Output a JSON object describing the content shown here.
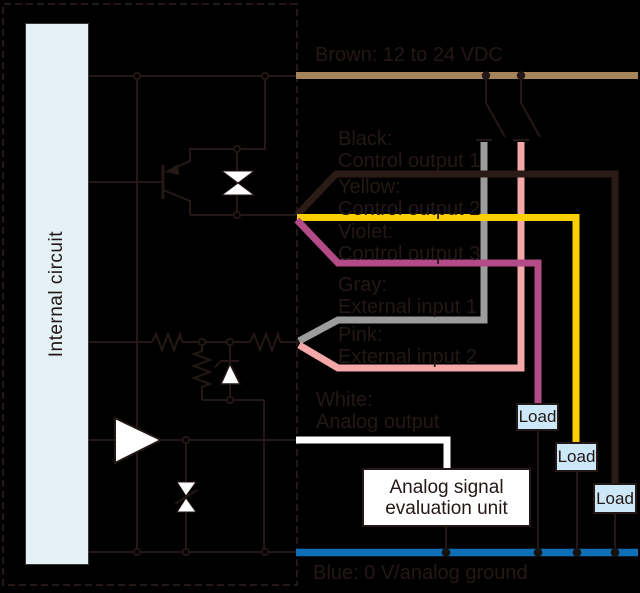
{
  "diagram_type": "sensor I/O wiring circuit diagram",
  "colors": {
    "background": "#000000",
    "line_dark": "#231815",
    "brown_wire": "#A5835B",
    "black_wire": "#2A1B17",
    "yellow_wire": "#FCD000",
    "violet_wire": "#B24B87",
    "gray_wire": "#9C9C9D",
    "pink_wire": "#F4A9A8",
    "white_wire": "#FFFFFF",
    "blue_wire": "#0E6EB6",
    "load_box_fill": "#CBE7F8",
    "internal_box_fill": "#E4F1F6",
    "component_fill": "#FFFFFF"
  },
  "internal_circuit": {
    "label": "Internal circuit"
  },
  "wire_labels": {
    "brown": {
      "text": "Brown: 12 to 24 VDC"
    },
    "black": {
      "name": "Black:",
      "desc": "Control output 1"
    },
    "yellow": {
      "name": "Yellow:",
      "desc": "Control output 2"
    },
    "violet": {
      "name": "Violet:",
      "desc": "Control output 3"
    },
    "gray": {
      "name": "Gray:",
      "desc": "External input 1"
    },
    "pink": {
      "name": "Pink:",
      "desc": "External input 2"
    },
    "white": {
      "name": "White:",
      "desc": "Analog output"
    },
    "blue": {
      "text": "Blue: 0 V/analog ground"
    }
  },
  "boxes": {
    "analog_unit": {
      "line1": "Analog signal",
      "line2": "evaluation unit"
    },
    "load": "Load"
  }
}
